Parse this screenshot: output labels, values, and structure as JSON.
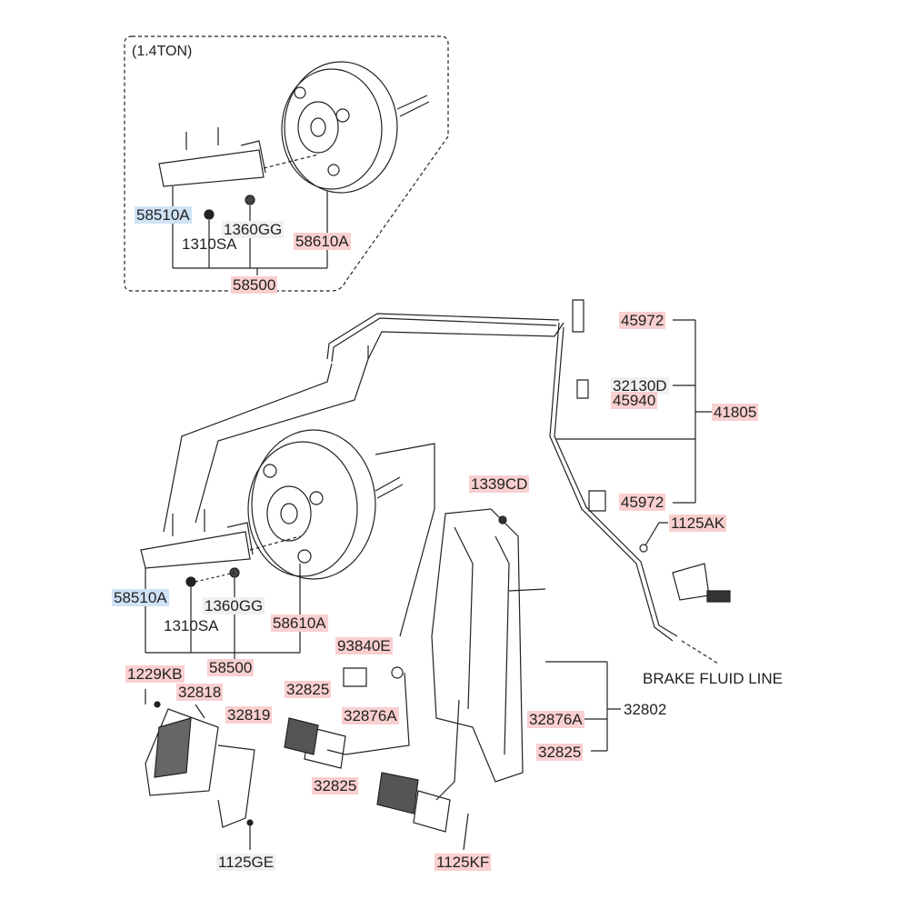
{
  "variant_note_label": "(1.4TON)",
  "highlight_colors": {
    "red": "#f9cfcf",
    "blue": "#cfe2f6",
    "gray": "#f0f0f0"
  },
  "labels": [
    {
      "id": "top-58510A",
      "text": "58510A",
      "style": "blue"
    },
    {
      "id": "top-1360GG",
      "text": "1360GG",
      "style": "gray"
    },
    {
      "id": "top-1310SA",
      "text": "1310SA",
      "style": "plain"
    },
    {
      "id": "top-58610A",
      "text": "58610A",
      "style": "red"
    },
    {
      "id": "top-58500",
      "text": "58500",
      "style": "red"
    },
    {
      "id": "45972-a",
      "text": "45972",
      "style": "red"
    },
    {
      "id": "32130D",
      "text": "32130D",
      "style": "gray"
    },
    {
      "id": "45940",
      "text": "45940",
      "style": "red"
    },
    {
      "id": "41805",
      "text": "41805",
      "style": "red"
    },
    {
      "id": "45972-b",
      "text": "45972",
      "style": "red"
    },
    {
      "id": "1125AK",
      "text": "1125AK",
      "style": "red"
    },
    {
      "id": "1339CD",
      "text": "1339CD",
      "style": "red"
    },
    {
      "id": "58510A",
      "text": "58510A",
      "style": "blue"
    },
    {
      "id": "1360GG",
      "text": "1360GG",
      "style": "gray"
    },
    {
      "id": "1310SA",
      "text": "1310SA",
      "style": "plain"
    },
    {
      "id": "58610A",
      "text": "58610A",
      "style": "red"
    },
    {
      "id": "93840E",
      "text": "93840E",
      "style": "red"
    },
    {
      "id": "58500",
      "text": "58500",
      "style": "red"
    },
    {
      "id": "1229KB",
      "text": "1229KB",
      "style": "red"
    },
    {
      "id": "32818",
      "text": "32818",
      "style": "red"
    },
    {
      "id": "32825-a",
      "text": "32825",
      "style": "red"
    },
    {
      "id": "32819",
      "text": "32819",
      "style": "red"
    },
    {
      "id": "32876A-a",
      "text": "32876A",
      "style": "red"
    },
    {
      "id": "brake-fluid-line",
      "text": "BRAKE FLUID LINE",
      "style": "plain"
    },
    {
      "id": "32876A-b",
      "text": "32876A",
      "style": "red"
    },
    {
      "id": "32802",
      "text": "32802",
      "style": "plain"
    },
    {
      "id": "32825-b",
      "text": "32825",
      "style": "red"
    },
    {
      "id": "32825-c",
      "text": "32825",
      "style": "red"
    },
    {
      "id": "1125GE",
      "text": "1125GE",
      "style": "gray"
    },
    {
      "id": "1125KF",
      "text": "1125KF",
      "style": "red"
    }
  ]
}
